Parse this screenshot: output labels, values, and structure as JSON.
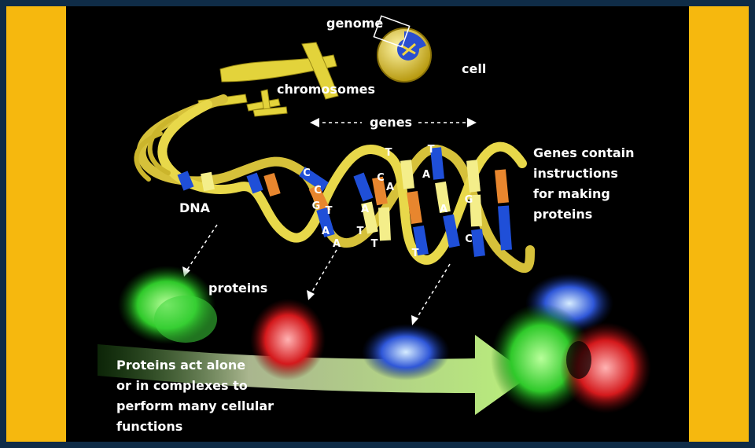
{
  "labels": {
    "genome": "genome",
    "cell": "cell",
    "chromosomes": "chromosomes",
    "genes": "genes",
    "dna": "DNA",
    "proteins": "proteins"
  },
  "captions": {
    "genes_line1": "Genes contain",
    "genes_line2": "instructions",
    "genes_line3": "for making",
    "genes_line4": "proteins",
    "proteins_line1": "Proteins act alone",
    "proteins_line2": "or in complexes to",
    "proteins_line3": "perform many cellular",
    "proteins_line4": "functions"
  },
  "bases": {
    "b1": "C",
    "b2": "C",
    "b3": "G",
    "b4": "T",
    "b5": "A",
    "b6": "A",
    "b7": "A",
    "b8": "T",
    "b9": "T",
    "b10": "C",
    "b11": "A",
    "b12": "T",
    "b13": "T",
    "b14": "A",
    "b15": "T",
    "b16": "G",
    "b17": "A",
    "b18": "C"
  },
  "colors": {
    "page_border": "#0f2c47",
    "frame": "#f6b80e",
    "stage": "#000000",
    "helix": "#d6c13a",
    "base_blue": "#1f4fd8",
    "base_orange": "#e8862e",
    "base_yellow": "#f4ee8a",
    "protein_green": "#3dd43a",
    "protein_red": "#d8282a",
    "protein_blue": "#2b4fd0"
  }
}
